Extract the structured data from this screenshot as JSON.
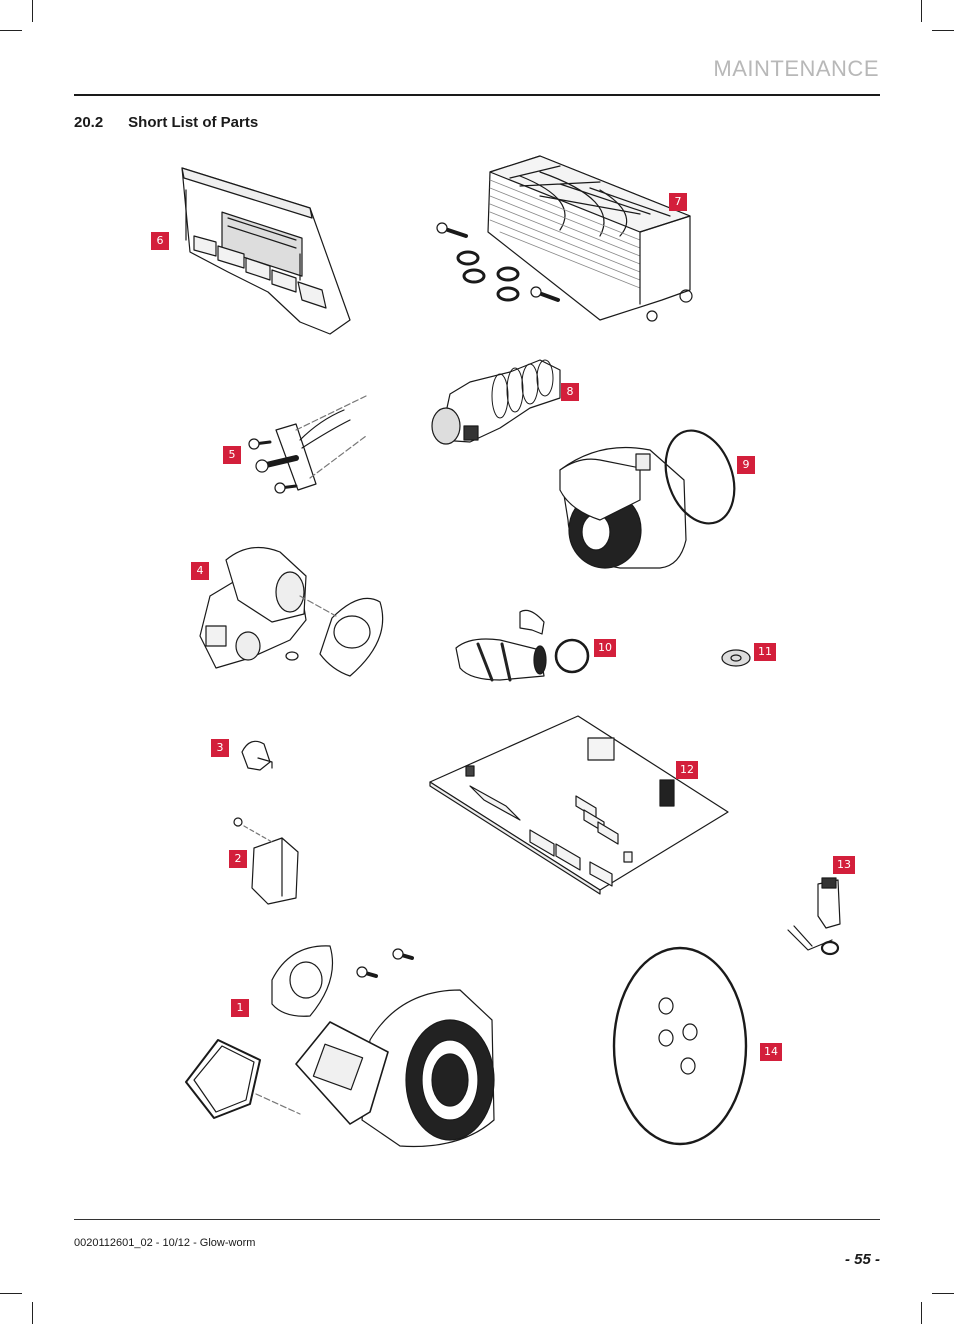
{
  "header": {
    "title": "MAINTENANCE"
  },
  "section": {
    "number": "20.2",
    "title": "Short List of Parts"
  },
  "parts": [
    {
      "id": "p6",
      "label": "6",
      "icon": "pcb-display-board-icon"
    },
    {
      "id": "p7",
      "label": "7",
      "icon": "heat-exchanger-icon"
    },
    {
      "id": "p8",
      "label": "8",
      "icon": "pump-motor-icon"
    },
    {
      "id": "p5",
      "label": "5",
      "icon": "electrode-assembly-icon"
    },
    {
      "id": "p9",
      "label": "9",
      "icon": "pump-head-icon"
    },
    {
      "id": "p4",
      "label": "4",
      "icon": "gas-valve-icon"
    },
    {
      "id": "p10",
      "label": "10",
      "icon": "pipe-clip-icon"
    },
    {
      "id": "p11",
      "label": "11",
      "icon": "washer-icon"
    },
    {
      "id": "p3",
      "label": "3",
      "icon": "sensor-clip-icon"
    },
    {
      "id": "p12",
      "label": "12",
      "icon": "main-pcb-icon"
    },
    {
      "id": "p2",
      "label": "2",
      "icon": "ignition-transformer-icon"
    },
    {
      "id": "p13",
      "label": "13",
      "icon": "pressure-sensor-icon"
    },
    {
      "id": "p1",
      "label": "1",
      "icon": "fan-assembly-icon"
    },
    {
      "id": "p14",
      "label": "14",
      "icon": "gasket-nuts-icon"
    }
  ],
  "footer": {
    "doc_ref": "0020112601_02 - 10/12 - Glow-worm",
    "page": "- 55 -"
  }
}
